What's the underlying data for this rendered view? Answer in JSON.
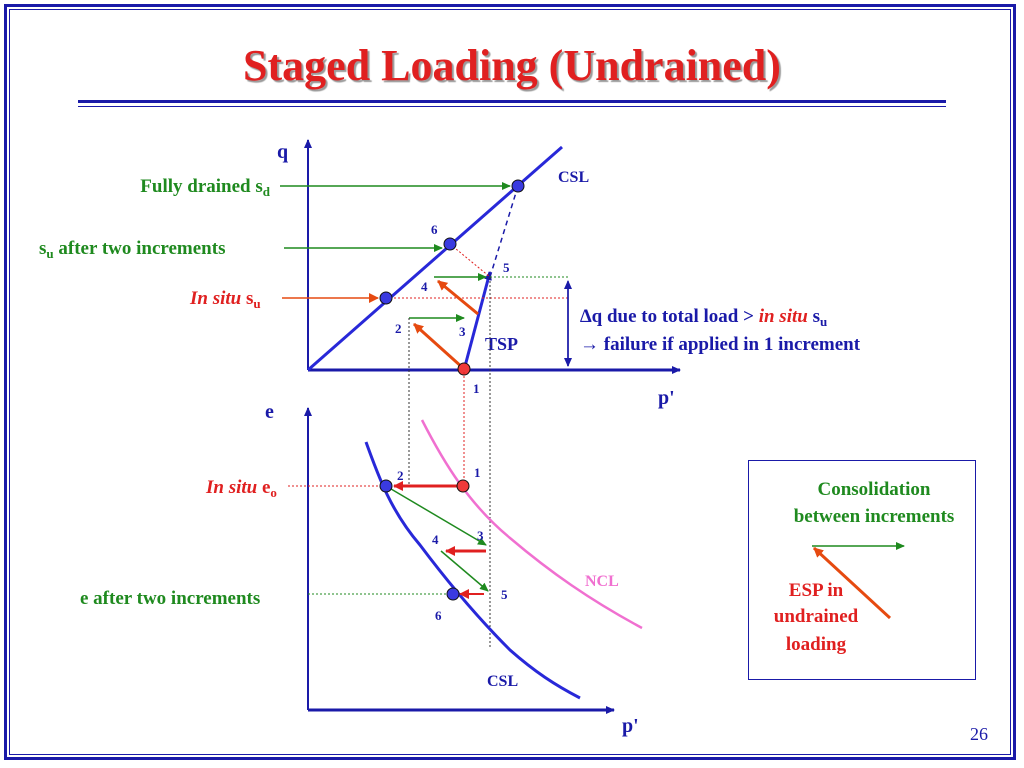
{
  "slide": {
    "title": "Staged Loading (Undrained)",
    "page_number": "26"
  },
  "upper_plot": {
    "y_axis_label": "q",
    "x_axis_label": "p'",
    "csl_label": "CSL",
    "tsp_label": "TSP",
    "fully_drained_label": "Fully drained s",
    "fully_drained_sub": "d",
    "su_after_label_s": "s",
    "su_after_label_sub": "u",
    "su_after_label_rest": " after two increments",
    "insitu_su_italic": "In situ",
    "insitu_su_s": " s",
    "insitu_su_sub": "u",
    "delta_q_prefix": "∆q due to total load > ",
    "delta_q_italic": "in situ",
    "delta_q_s": " s",
    "delta_q_sub": "u",
    "failure_text": "→ failure if applied in 1 increment",
    "point_labels": [
      "1",
      "2",
      "3",
      "4",
      "5",
      "6"
    ]
  },
  "lower_plot": {
    "y_axis_label": "e",
    "x_axis_label": "p'",
    "ncl_label": "NCL",
    "csl_label": "CSL",
    "insitu_e_italic": "In situ",
    "insitu_e_e": " e",
    "insitu_e_sub": "o",
    "e_after_label": "e after two increments",
    "point_labels": [
      "1",
      "2",
      "3",
      "4",
      "5",
      "6"
    ]
  },
  "legend": {
    "consolidation_line1": "Consolidation",
    "consolidation_line2": "between increments",
    "esp_line1": "ESP in",
    "esp_line2": "undrained",
    "esp_line3": "loading"
  },
  "colors": {
    "blue": "#1a1aa8",
    "green": "#1f8a1f",
    "red": "#e02020",
    "orange_red": "#e64a10",
    "pink": "#f070d0"
  }
}
